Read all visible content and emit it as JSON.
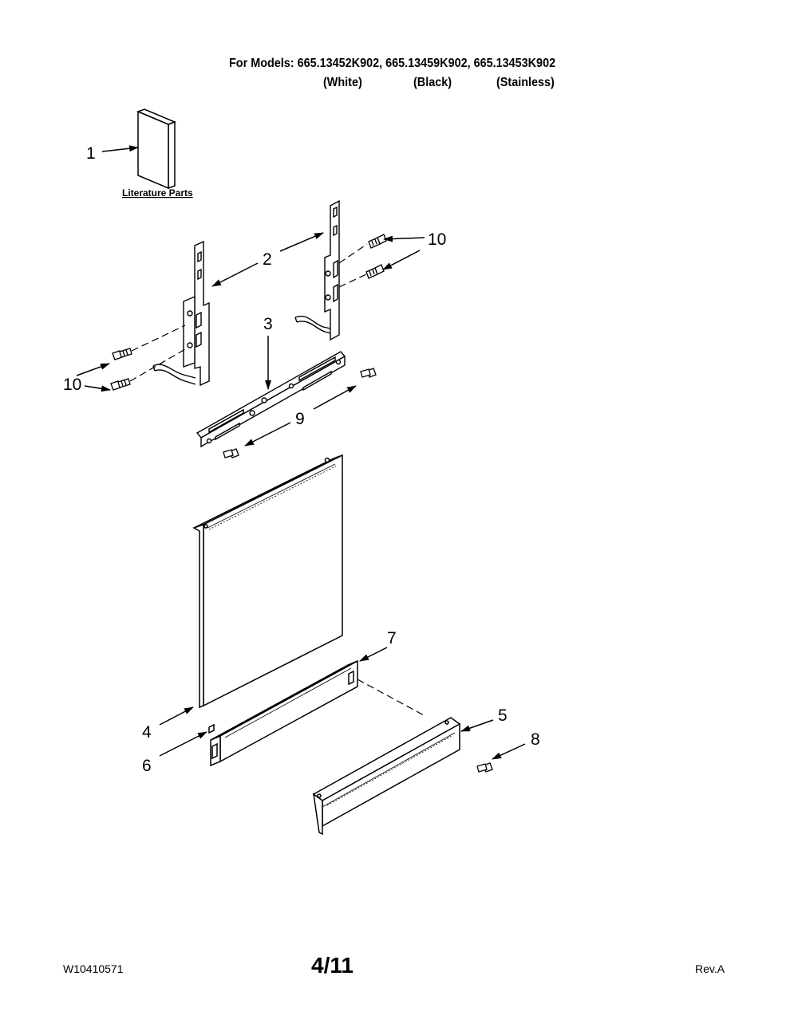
{
  "header": {
    "models_label": "For Models: 665.13452K902, 665.13459K902, 665.13453K902",
    "variant_white": "(White)",
    "variant_black": "(Black)",
    "variant_stainless": "(Stainless)"
  },
  "literature_label": "Literature Parts",
  "callouts": {
    "c1": "1",
    "c2": "2",
    "c3": "3",
    "c4": "4",
    "c5": "5",
    "c6": "6",
    "c7": "7",
    "c8": "8",
    "c9": "9",
    "c10_left": "10",
    "c10_right": "10"
  },
  "footer": {
    "doc_number": "W10410571",
    "page": "4/11",
    "revision": "Rev.A"
  }
}
